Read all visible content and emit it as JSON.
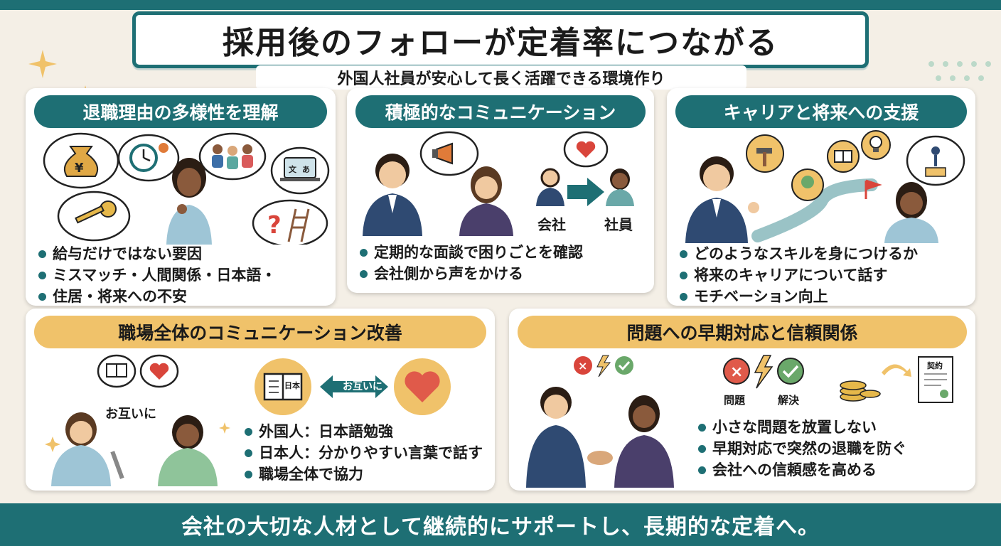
{
  "title": "採用後のフォローが定着率につながる",
  "subtitle": "外国人社員が安心して長く活躍できる環境作り",
  "colors": {
    "teal": "#1e6f74",
    "gold": "#f0c26a",
    "background": "#f4efe6"
  },
  "panels": {
    "reasons": {
      "heading": "退職理由の多様性を理解",
      "bullets": [
        "給与だけではない要因",
        "ミスマッチ・人間関係・日本語・",
        "住居・将来への不安"
      ],
      "icons": [
        "money-bag-icon",
        "clock-gear-icon",
        "group-icon",
        "translation-laptop-icon",
        "key-icon",
        "question-ladder-icon"
      ]
    },
    "communication": {
      "heading": "積極的なコミュニケーション",
      "bullets": [
        "定期的な面談で困りごとを確認",
        "会社側から声をかける"
      ],
      "company_label": "会社",
      "employee_label": "社員"
    },
    "career": {
      "heading": "キャリアと将来への支援",
      "bullets": [
        "どのようなスキルを身につけるか",
        "将来のキャリアについて話す",
        "モチベーション向上"
      ]
    },
    "workplace": {
      "heading": "職場全体のコミュニケーション改善",
      "mutual_label": "お互いに",
      "book_label": "日本",
      "bullets": [
        "外国人：日本語勉強",
        "日本人：分かりやすい言葉で話す",
        "職場全体で協力"
      ]
    },
    "issues": {
      "heading": "問題への早期対応と信頼関係",
      "problem_label": "問題",
      "solution_label": "解決",
      "contract_label": "契約",
      "bullets": [
        "小さな問題を放置しない",
        "早期対応で突然の退職を防ぐ",
        "会社への信頼感を高める"
      ]
    }
  },
  "footer": "会社の大切な人材として継続的にサポートし、長期的な定着へ。"
}
